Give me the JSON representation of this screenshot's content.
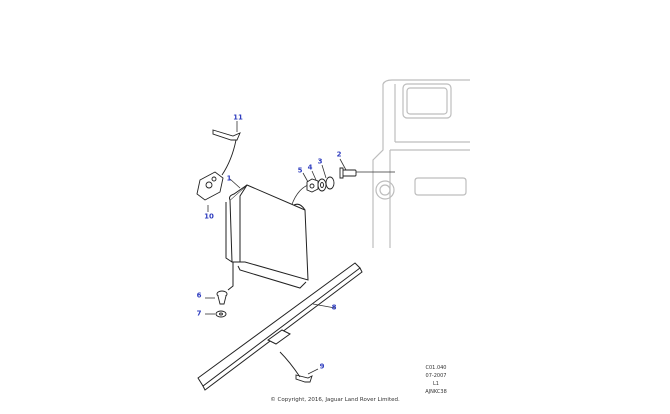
{
  "diagram": {
    "callouts": [
      {
        "id": "c1",
        "label": "1",
        "color": "#2f3dbf"
      },
      {
        "id": "c2",
        "label": "2",
        "color": "#2f3dbf"
      },
      {
        "id": "c3",
        "label": "3",
        "color": "#2f3dbf"
      },
      {
        "id": "c4",
        "label": "4",
        "color": "#2f3dbf"
      },
      {
        "id": "c5",
        "label": "5",
        "color": "#2f3dbf"
      },
      {
        "id": "c6",
        "label": "6",
        "color": "#2f3dbf"
      },
      {
        "id": "c7",
        "label": "7",
        "color": "#2f3dbf"
      },
      {
        "id": "c8",
        "label": "8",
        "color": "#2f3dbf"
      },
      {
        "id": "c9",
        "label": "9",
        "color": "#2f3dbf"
      },
      {
        "id": "c10",
        "label": "10",
        "color": "#2f3dbf"
      },
      {
        "id": "c11",
        "label": "11",
        "color": "#2f3dbf"
      }
    ],
    "reference": {
      "line1": "C01.040",
      "line2": "07-2007",
      "line3": "L1",
      "line4": "AJNKC38"
    },
    "copyright": "© Copyright, 2016, Jaguar Land Rover Limited."
  }
}
